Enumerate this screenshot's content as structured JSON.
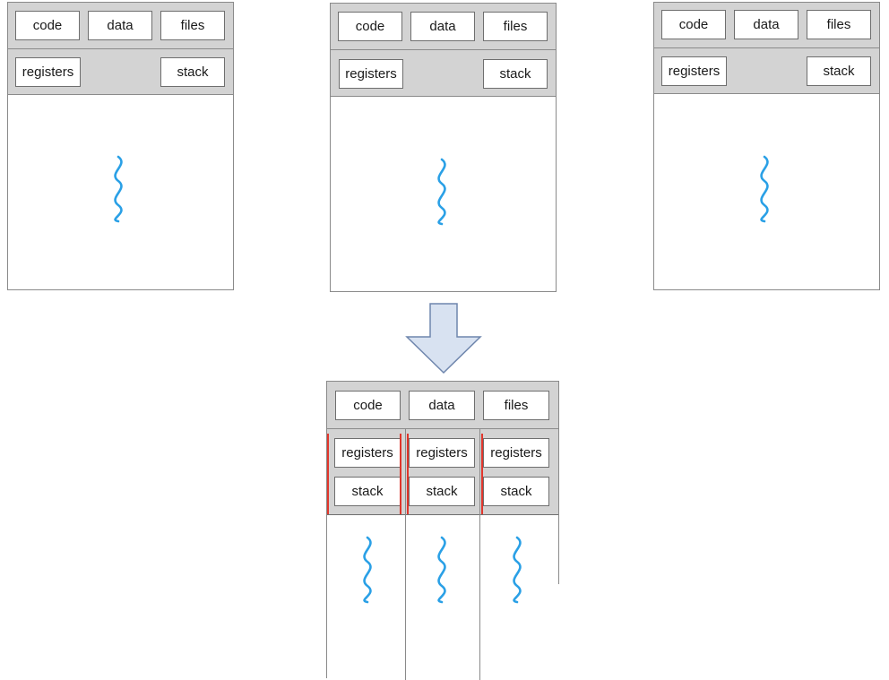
{
  "labels": {
    "code": "code",
    "data": "data",
    "files": "files",
    "registers": "registers",
    "stack": "stack"
  },
  "colors": {
    "thread": "#2aa0e6",
    "arrow_fill": "#d8e2f1",
    "arrow_stroke": "#6f86ad",
    "bar": "#d3d3d3",
    "highlight": "#e0362c"
  },
  "icons": {
    "thread": "wavy-thread-icon",
    "transition": "down-arrow-icon"
  }
}
